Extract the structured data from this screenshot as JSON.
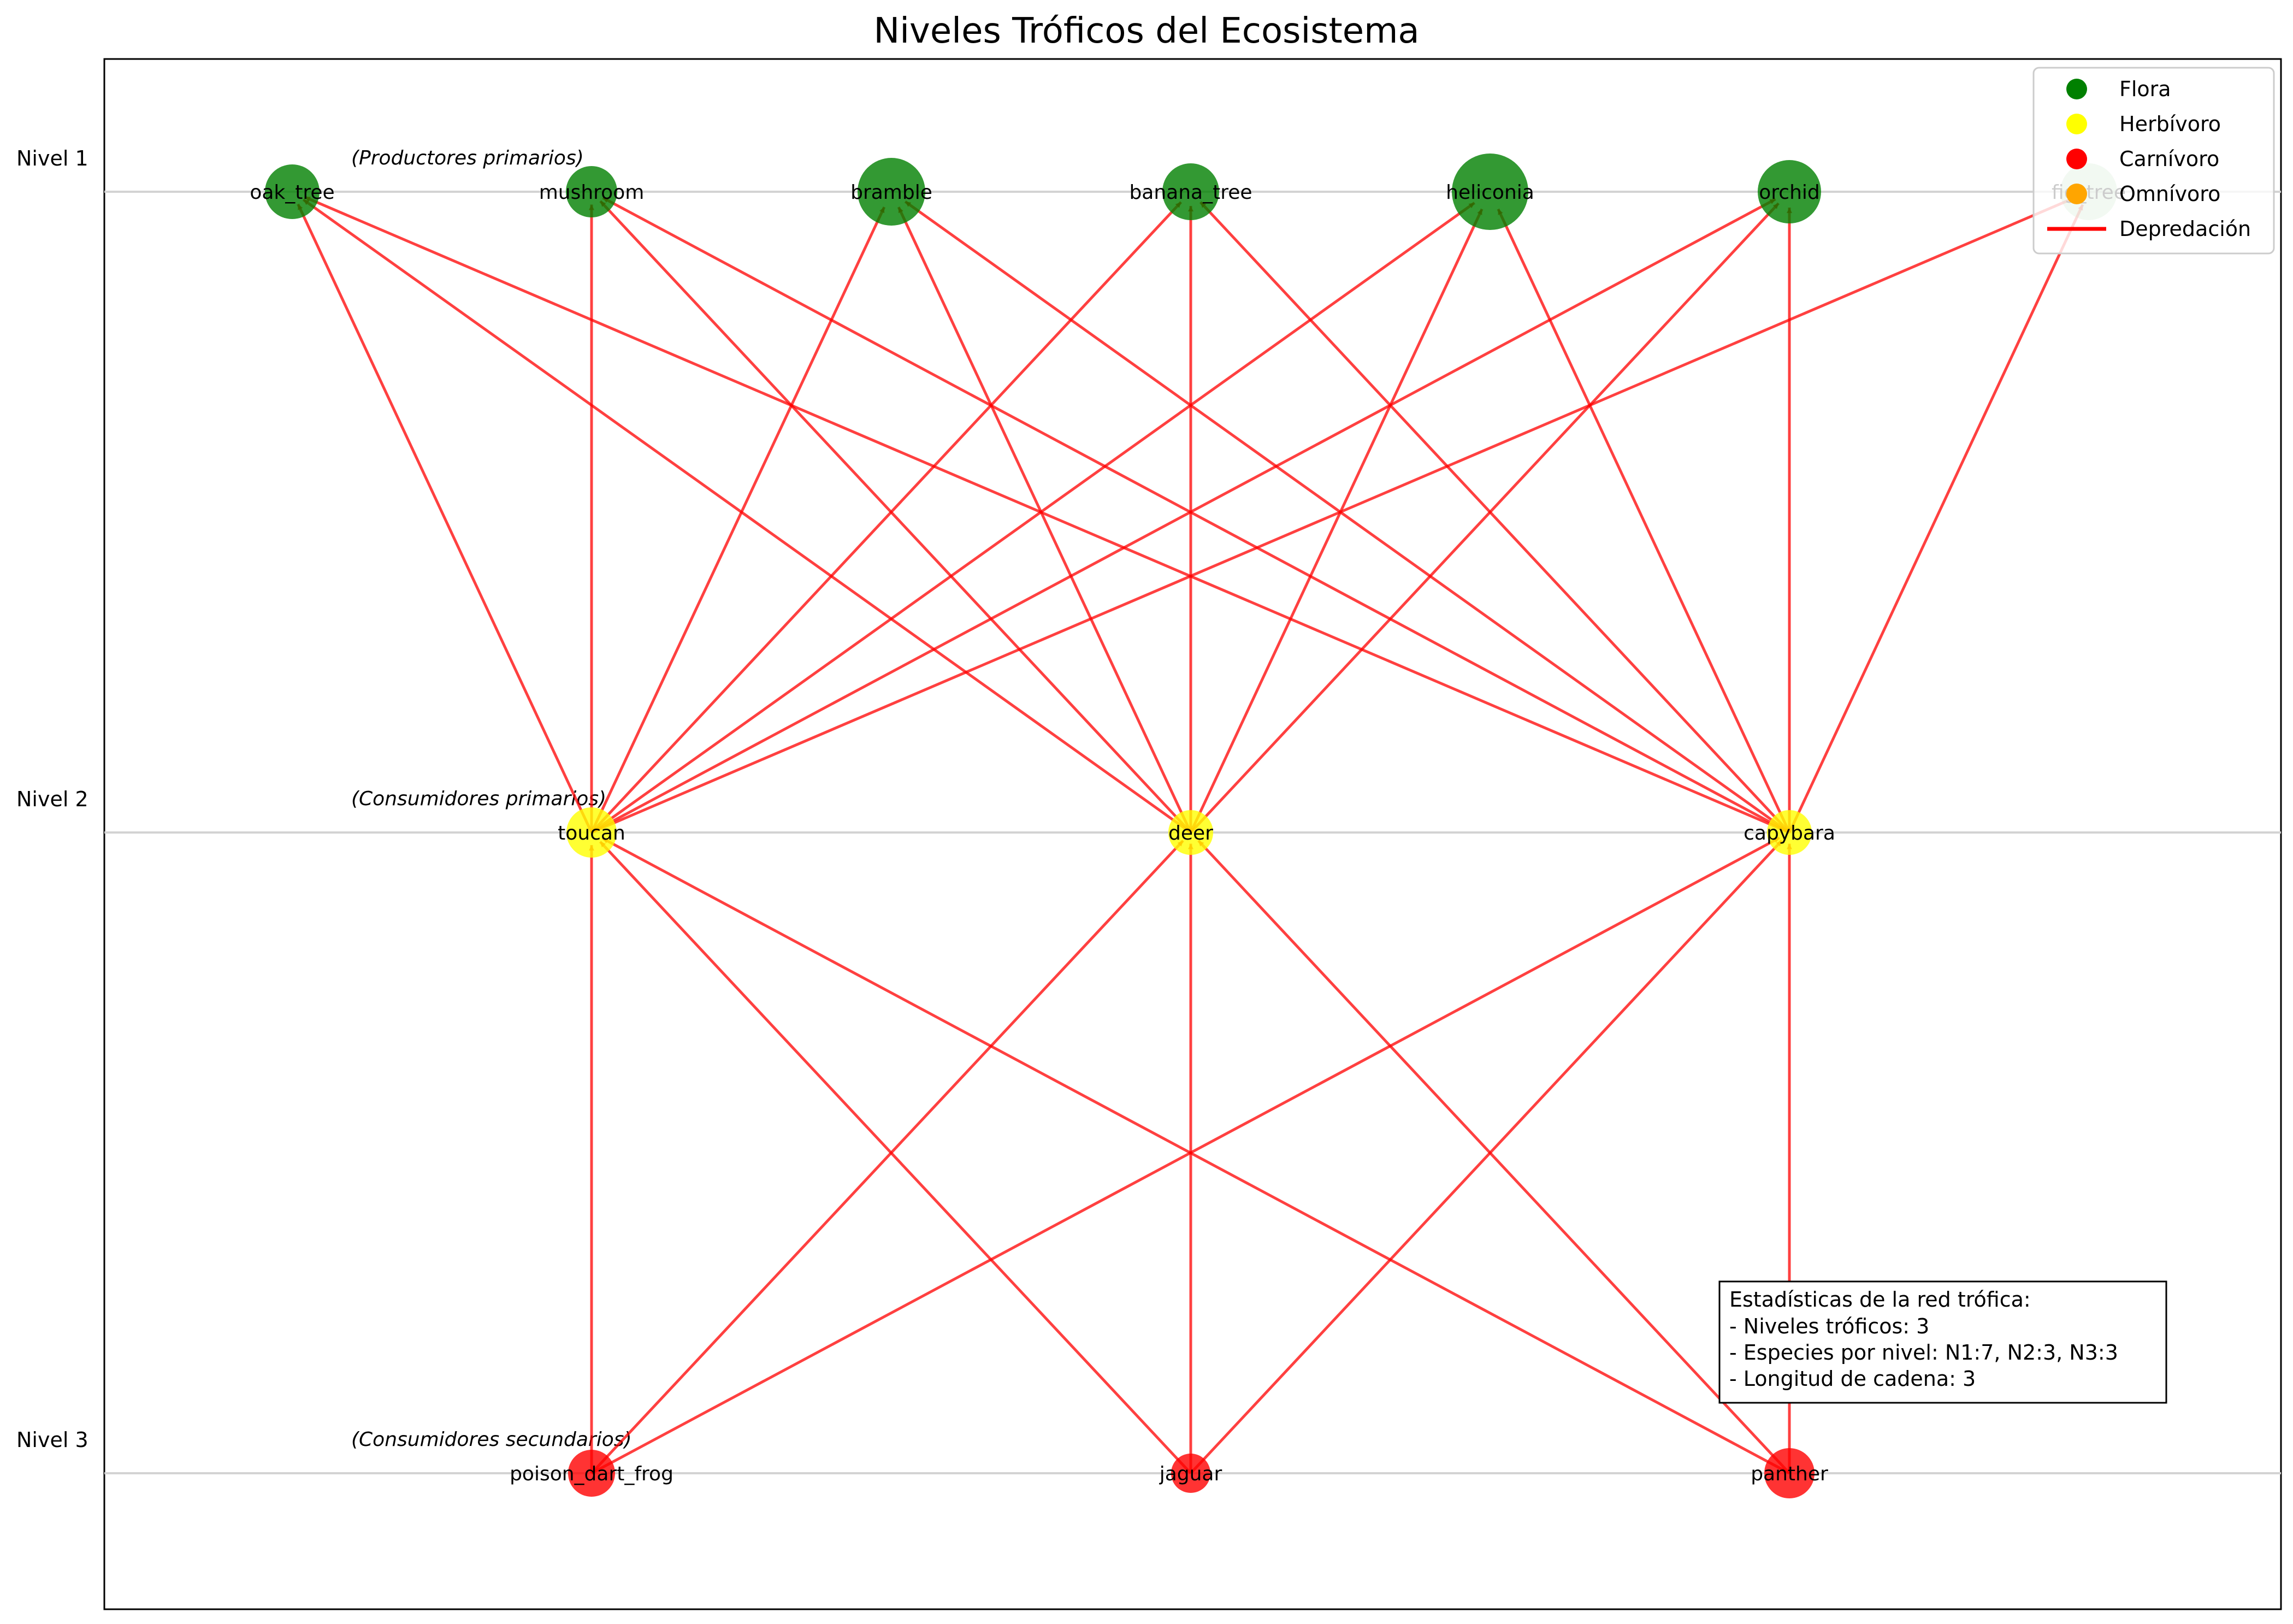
{
  "title": "Niveles Tróficos del Ecosistema",
  "levels": [
    {
      "label": "Nivel 1",
      "description": "(Productores primarios)"
    },
    {
      "label": "Nivel 2",
      "description": "(Consumidores primarios)"
    },
    {
      "label": "Nivel 3",
      "description": "(Consumidores secundarios)"
    }
  ],
  "nodes": [
    {
      "id": "oak_tree",
      "label": "oak_tree",
      "level": 1,
      "category": "Flora"
    },
    {
      "id": "mushroom",
      "label": "mushroom",
      "level": 1,
      "category": "Flora"
    },
    {
      "id": "bramble",
      "label": "bramble",
      "level": 1,
      "category": "Flora"
    },
    {
      "id": "banana_tree",
      "label": "banana_tree",
      "level": 1,
      "category": "Flora"
    },
    {
      "id": "heliconia",
      "label": "heliconia",
      "level": 1,
      "category": "Flora"
    },
    {
      "id": "orchid",
      "label": "orchid",
      "level": 1,
      "category": "Flora"
    },
    {
      "id": "fig_tree",
      "label": "fig_tree",
      "level": 1,
      "category": "Flora"
    },
    {
      "id": "toucan",
      "label": "toucan",
      "level": 2,
      "category": "Herbívoro"
    },
    {
      "id": "deer",
      "label": "deer",
      "level": 2,
      "category": "Herbívoro"
    },
    {
      "id": "capybara",
      "label": "capybara",
      "level": 2,
      "category": "Herbívoro"
    },
    {
      "id": "poison_dart_frog",
      "label": "poison_dart_frog",
      "level": 3,
      "category": "Carnívoro"
    },
    {
      "id": "jaguar",
      "label": "jaguar",
      "level": 3,
      "category": "Carnívoro"
    },
    {
      "id": "panther",
      "label": "panther",
      "level": 3,
      "category": "Carnívoro"
    }
  ],
  "edges": [
    [
      "toucan",
      "oak_tree"
    ],
    [
      "toucan",
      "mushroom"
    ],
    [
      "toucan",
      "bramble"
    ],
    [
      "toucan",
      "banana_tree"
    ],
    [
      "toucan",
      "heliconia"
    ],
    [
      "toucan",
      "orchid"
    ],
    [
      "toucan",
      "fig_tree"
    ],
    [
      "deer",
      "oak_tree"
    ],
    [
      "deer",
      "mushroom"
    ],
    [
      "deer",
      "bramble"
    ],
    [
      "deer",
      "banana_tree"
    ],
    [
      "deer",
      "heliconia"
    ],
    [
      "deer",
      "orchid"
    ],
    [
      "capybara",
      "oak_tree"
    ],
    [
      "capybara",
      "mushroom"
    ],
    [
      "capybara",
      "bramble"
    ],
    [
      "capybara",
      "banana_tree"
    ],
    [
      "capybara",
      "heliconia"
    ],
    [
      "capybara",
      "orchid"
    ],
    [
      "capybara",
      "fig_tree"
    ],
    [
      "poison_dart_frog",
      "toucan"
    ],
    [
      "poison_dart_frog",
      "deer"
    ],
    [
      "poison_dart_frog",
      "capybara"
    ],
    [
      "jaguar",
      "toucan"
    ],
    [
      "jaguar",
      "deer"
    ],
    [
      "jaguar",
      "capybara"
    ],
    [
      "panther",
      "toucan"
    ],
    [
      "panther",
      "deer"
    ],
    [
      "panther",
      "capybara"
    ]
  ],
  "legend": [
    {
      "label": "Flora",
      "color": "#008000",
      "kind": "marker"
    },
    {
      "label": "Herbívoro",
      "color": "#ffff00",
      "kind": "marker"
    },
    {
      "label": "Carnívoro",
      "color": "#ff0000",
      "kind": "marker"
    },
    {
      "label": "Omnívoro",
      "color": "#ffa500",
      "kind": "marker"
    },
    {
      "label": "Depredación",
      "color": "#ff0000",
      "kind": "line"
    }
  ],
  "stats": {
    "lines": [
      "Estadísticas de la red trófica:",
      "- Niveles tróficos: 3",
      "- Especies por nivel: N1:7, N2:3, N3:3",
      "- Longitud de cadena: 3"
    ]
  },
  "colors": {
    "Flora": "#008000",
    "Herbívoro": "#ffff00",
    "Carnívoro": "#ff0000",
    "Omnívoro": "#ffa500",
    "edge": "#ff0000",
    "level_line": "#d3d3d3"
  }
}
